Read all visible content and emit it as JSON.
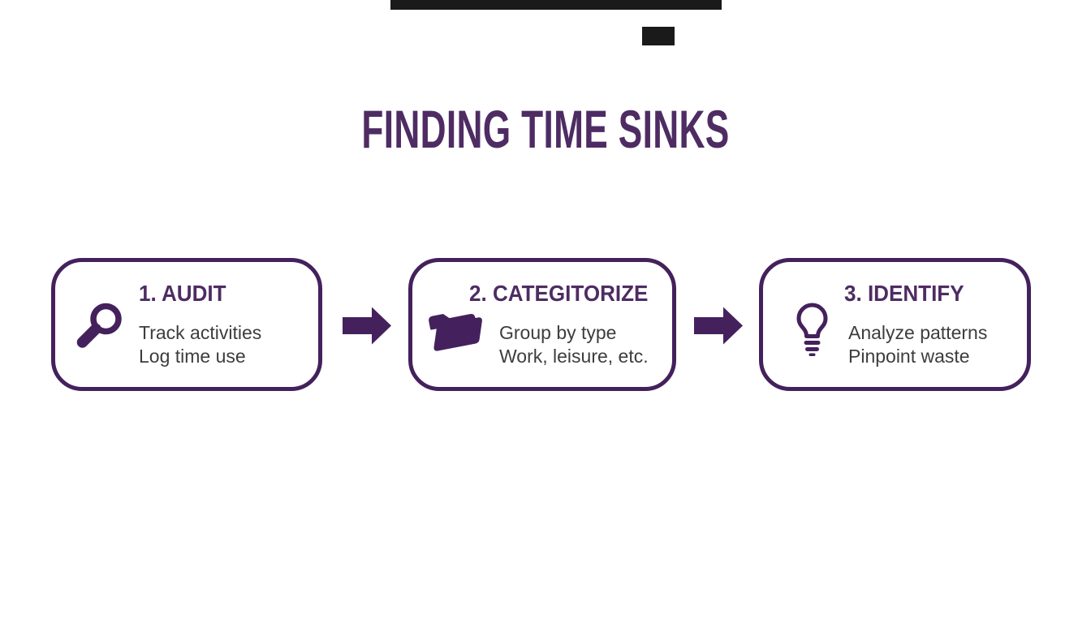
{
  "page": {
    "title": "FINDING TIME SINKS"
  },
  "colors": {
    "purple_primary": "#44215c",
    "purple_heading": "#4e2c63",
    "body_text": "#3d3d3d",
    "background": "#ffffff",
    "top_artifact": "#1a1a1a"
  },
  "steps": [
    {
      "icon": "magnifier-icon",
      "title": "1. AUDIT",
      "lines": [
        "Track activities",
        "Log time use"
      ]
    },
    {
      "icon": "folder-icon",
      "title": "2. CATEGITORIZE",
      "lines": [
        "Group by type",
        "Work, leisure, etc."
      ]
    },
    {
      "icon": "lightbulb-icon",
      "title": "3. IDENTIFY",
      "lines": [
        "Analyze patterns",
        "Pinpoint waste"
      ]
    }
  ]
}
